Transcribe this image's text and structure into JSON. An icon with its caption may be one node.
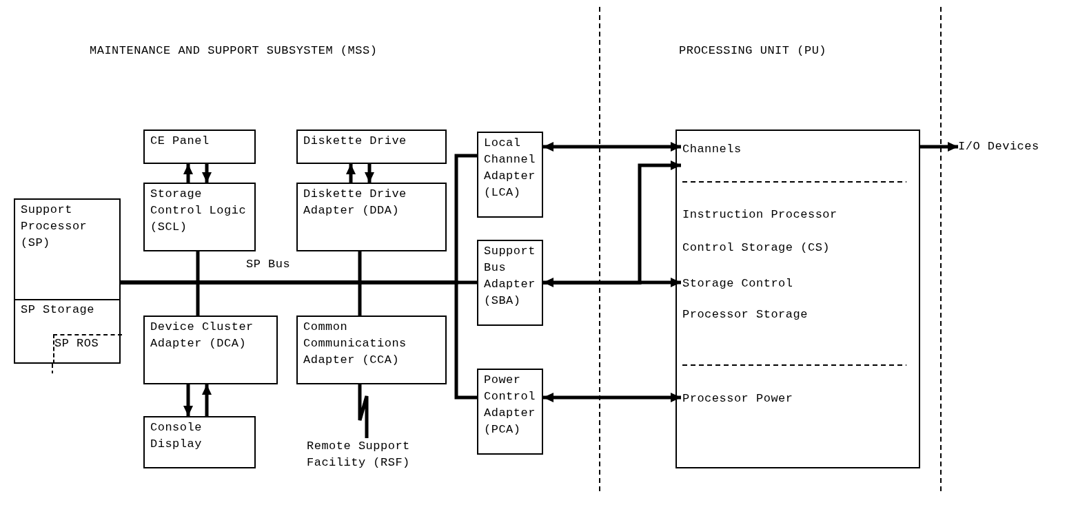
{
  "diagram": {
    "nodes": [
      {
        "text": [
          "Support Processor (SP)"
        ]
      },
      {
        "text": [
          "SP Storage"
        ]
      },
      {
        "text": [
          "SP ROS"
        ],
        "in": 1
      },
      {
        "text": [
          "CE Panel"
        ]
      },
      {
        "text": [
          "Storage Control Logic (SCL)"
        ]
      },
      {
        "text": [
          "Diskette Drive"
        ]
      },
      {
        "text": [
          "Diskette Drive Adapter (DDA)"
        ]
      },
      {
        "text": [
          "Device Cluster Adapter (DCA)"
        ]
      },
      {
        "text": [
          "Console Display"
        ]
      },
      {
        "text": [
          "Common Communications Adapter (CCA)"
        ]
      },
      {
        "text": [
          "Remote Support Facility (RSF)"
        ]
      },
      {
        "text": [
          "Local Channel Adapter (LCA)"
        ]
      },
      {
        "text": [
          "Support Bus Adapter (SBA)"
        ]
      },
      {
        "text": [
          "Power Control Adapter (PCA)"
        ]
      },
      {
        "text": [],
        "shape": "box"
      },
      {
        "text": [
          "Channels"
        ],
        "in": 14
      },
      {
        "text": [
          "Instruction Processor"
        ],
        "in": 14
      },
      {
        "text": [
          "Control Storage (CS)"
        ],
        "in": 14
      },
      {
        "text": [
          "Storage Control"
        ],
        "in": 14
      },
      {
        "text": [
          "Processor Storage"
        ],
        "in": 14
      },
      {
        "text": [
          "Processor Power"
        ],
        "in": 14
      },
      {
        "text": [
          "I/O Devices"
        ]
      }
    ],
    "edges": [
      {
        "from": 4,
        "to": 3,
        "arrow": "to"
      },
      {
        "from": 3,
        "to": 4,
        "arrow": "to"
      },
      {
        "from": 6,
        "to": 5,
        "arrow": "to"
      },
      {
        "from": 5,
        "to": 6,
        "arrow": "to"
      },
      {
        "from": 7,
        "to": 8,
        "arrow": "to"
      },
      {
        "from": 8,
        "to": 7,
        "arrow": "to"
      },
      {
        "from": 0,
        "to": 4,
        "arrow": "none"
      },
      {
        "from": 0,
        "to": 7,
        "arrow": "none"
      },
      {
        "from": 0,
        "to": 6,
        "arrow": "none"
      },
      {
        "from": 0,
        "to": 9,
        "arrow": "none"
      },
      {
        "from": 0,
        "to": 11,
        "arrow": "none"
      },
      {
        "from": 0,
        "to": 12,
        "arrow": "none"
      },
      {
        "from": 0,
        "to": 13,
        "arrow": "none"
      },
      {
        "from": 9,
        "to": 10,
        "arrow": "none"
      },
      {
        "from": 11,
        "to": 15,
        "arrow": "both"
      },
      {
        "from": 12,
        "to": 18,
        "arrow": "both"
      },
      {
        "from": 12,
        "to": 15,
        "arrow": "to"
      },
      {
        "from": 13,
        "to": 20,
        "arrow": "both"
      },
      {
        "from": 14,
        "to": 21,
        "arrow": "to"
      }
    ],
    "labels": [
      "MAINTENANCE AND SUPPORT SUBSYSTEM (MSS)",
      "PROCESSING UNIT (PU)",
      "SP Bus"
    ]
  }
}
